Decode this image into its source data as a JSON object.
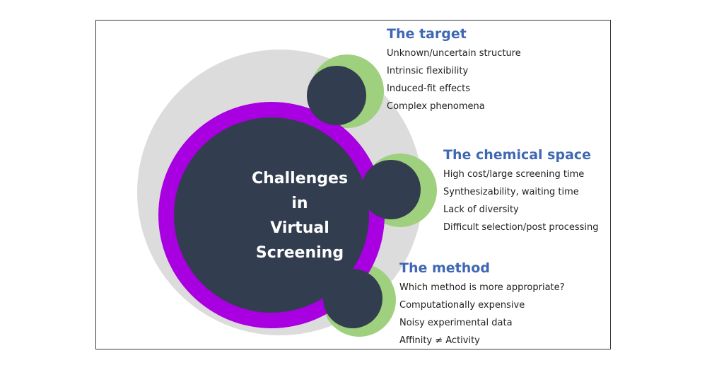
{
  "center": {
    "lines": [
      "Challenges",
      "in",
      "Virtual",
      "Screening"
    ]
  },
  "blocks": [
    {
      "title": "The target",
      "items": [
        "Unknown/uncertain structure",
        "Intrinsic flexibility",
        "Induced-fit effects",
        "Complex phenomena"
      ]
    },
    {
      "title": "The chemical space",
      "items": [
        "High cost/large screening time",
        "Synthesizability, waiting time",
        "Lack of diversity",
        "Difficult selection/post processing"
      ]
    },
    {
      "title": "The method",
      "items": [
        "Which method is more appropriate?",
        "Computationally expensive",
        "Noisy experimental data",
        "Affinity ≠ Activity"
      ]
    }
  ],
  "colors": {
    "outer_halo": "#dcdcdc",
    "ring": "#a800e0",
    "core": "#323d4f",
    "satellite_halo": "#9ed07e",
    "title": "#3f67b3",
    "text": "#1e1e1e"
  }
}
